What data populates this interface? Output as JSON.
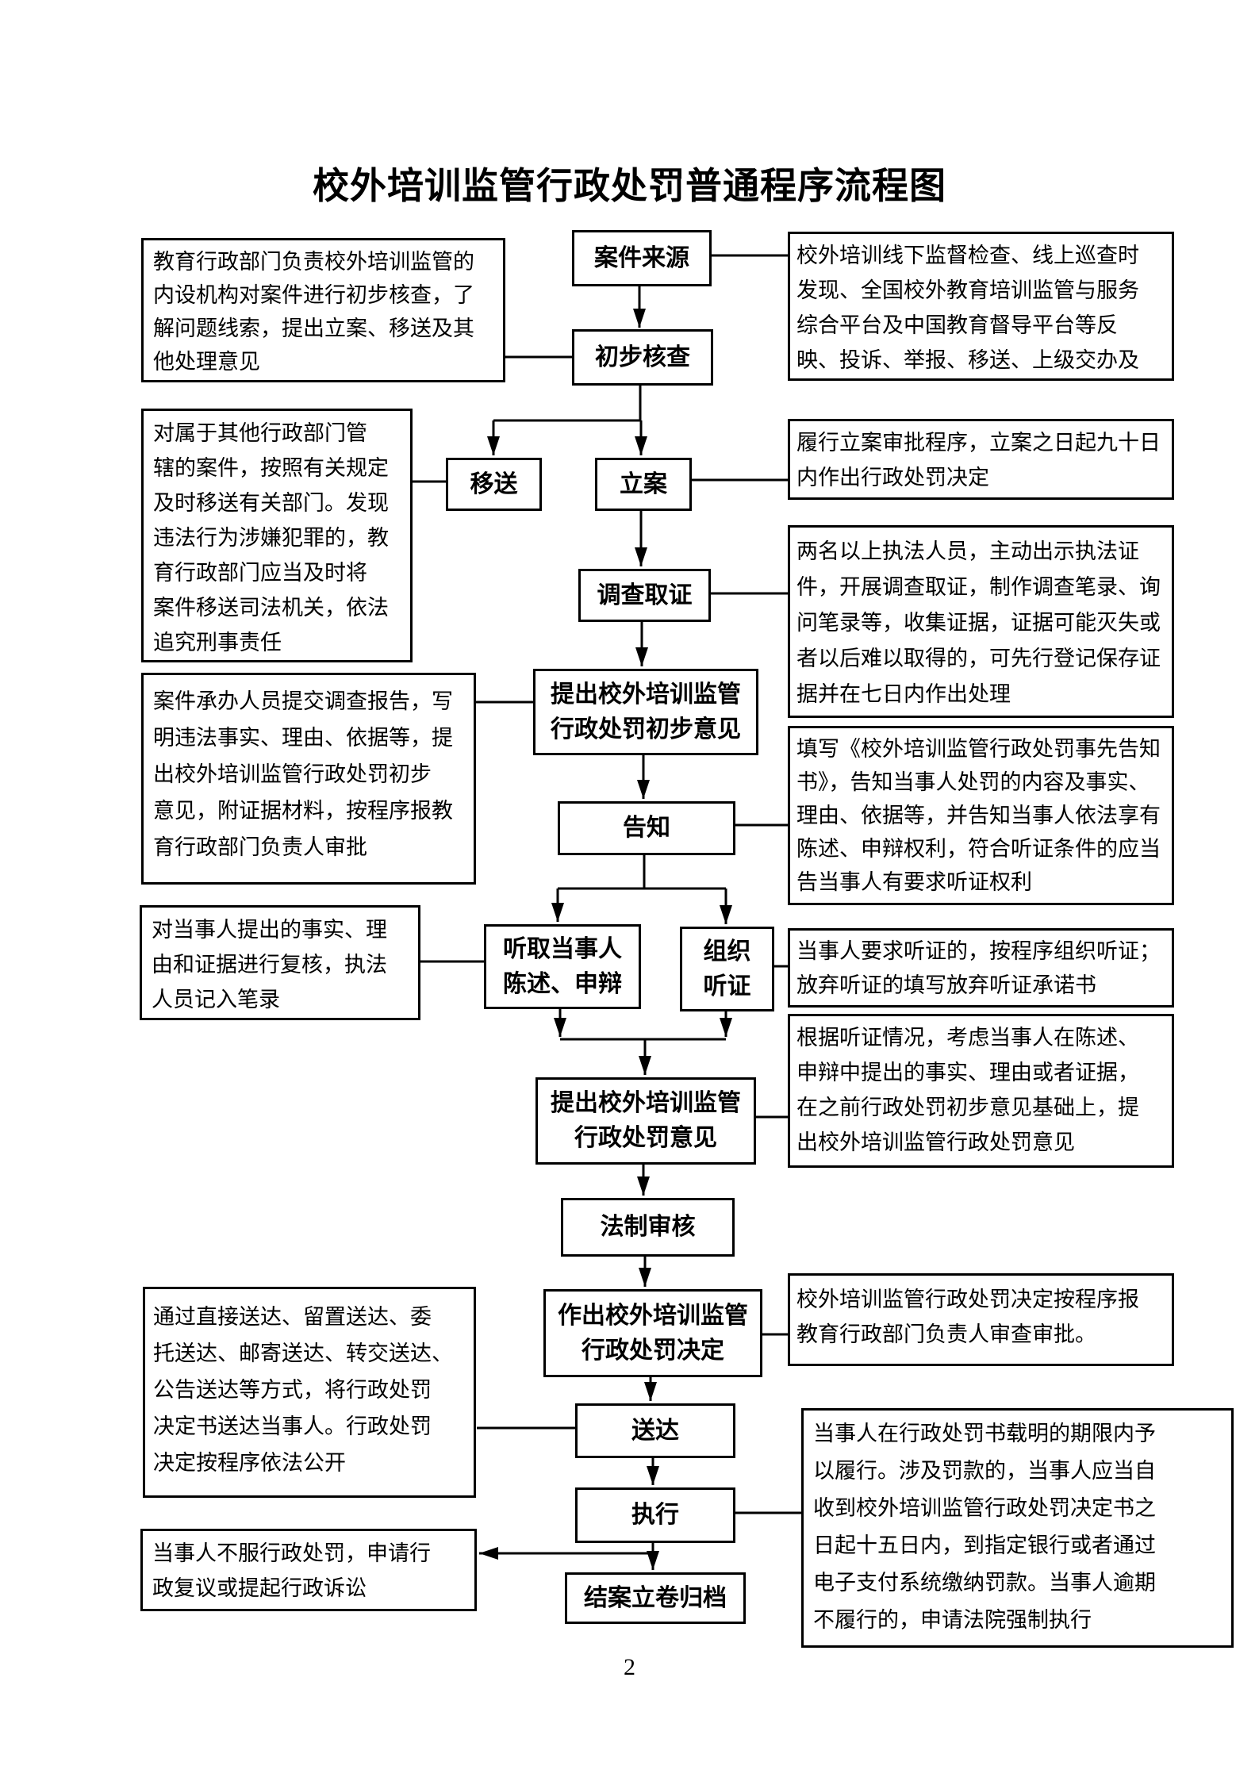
{
  "page": {
    "title": "校外培训监管行政处罚普通程序流程图",
    "page_number": "2"
  },
  "flow": {
    "case_source": "案件来源",
    "preliminary_check": "初步核查",
    "transfer": "移送",
    "filing": "立案",
    "investigation": "调查取证",
    "initial_opinion": "提出校外培训监管\n行政处罚初步意见",
    "notification": "告知",
    "hear_statement": "听取当事人\n陈述、申辩",
    "organize_hearing": "组织\n听证",
    "penalty_opinion": "提出校外培训监管\n行政处罚意见",
    "legal_review": "法制审核",
    "penalty_decision": "作出校外培训监管\n行政处罚决定",
    "delivery": "送达",
    "execution": "执行",
    "case_closure": "结案立卷归档"
  },
  "left_notes": [
    "教育行政部门负责校外培训监管的\n内设机构对案件进行初步核查，了\n解问题线索，提出立案、移送及其\n他处理意见",
    "对属于其他行政部门管\n辖的案件，按照有关规定\n及时移送有关部门。发现\n违法行为涉嫌犯罪的，教\n育行政部门应当及时将\n案件移送司法机关，依法\n追究刑事责任",
    "案件承办人员提交调查报告，写\n明违法事实、理由、依据等，提\n出校外培训监管行政处罚初步\n意见，附证据材料，按程序报教\n育行政部门负责人审批",
    "对当事人提出的事实、理\n由和证据进行复核，执法\n人员记入笔录",
    "通过直接送达、留置送达、委\n托送达、邮寄送达、转交送达、\n公告送达等方式，将行政处罚\n决定书送达当事人。行政处罚\n决定按程序依法公开",
    "当事人不服行政处罚，申请行\n政复议或提起行政诉讼"
  ],
  "right_notes": [
    "校外培训线下监督检查、线上巡查时\n发现、全国校外教育培训监管与服务\n综合平台及中国教育督导平台等反\n映、投诉、举报、移送、上级交办及",
    "履行立案审批程序，立案之日起九十日\n内作出行政处罚决定",
    "两名以上执法人员，主动出示执法证\n件，开展调查取证，制作调查笔录、询\n问笔录等，收集证据，证据可能灭失或\n者以后难以取得的，可先行登记保存证\n据并在七日内作出处理",
    "填写《校外培训监管行政处罚事先告知\n书》，告知当事人处罚的内容及事实、\n理由、依据等，并告知当事人依法享有\n陈述、申辩权利，符合听证条件的应当\n告当事人有要求听证权利",
    "当事人要求听证的，按程序组织听证；\n放弃听证的填写放弃听证承诺书",
    "根据听证情况，考虑当事人在陈述、\n申辩中提出的事实、理由或者证据，\n在之前行政处罚初步意见基础上，提\n出校外培训监管行政处罚意见",
    "校外培训监管行政处罚决定按程序报\n教育行政部门负责人审查审批。",
    "当事人在行政处罚书载明的期限内予\n以履行。涉及罚款的，当事人应当自\n收到校外培训监管行政处罚决定书之\n日起十五日内，到指定银行或者通过\n电子支付系统缴纳罚款。当事人逾期\n不履行的，申请法院强制执行"
  ]
}
